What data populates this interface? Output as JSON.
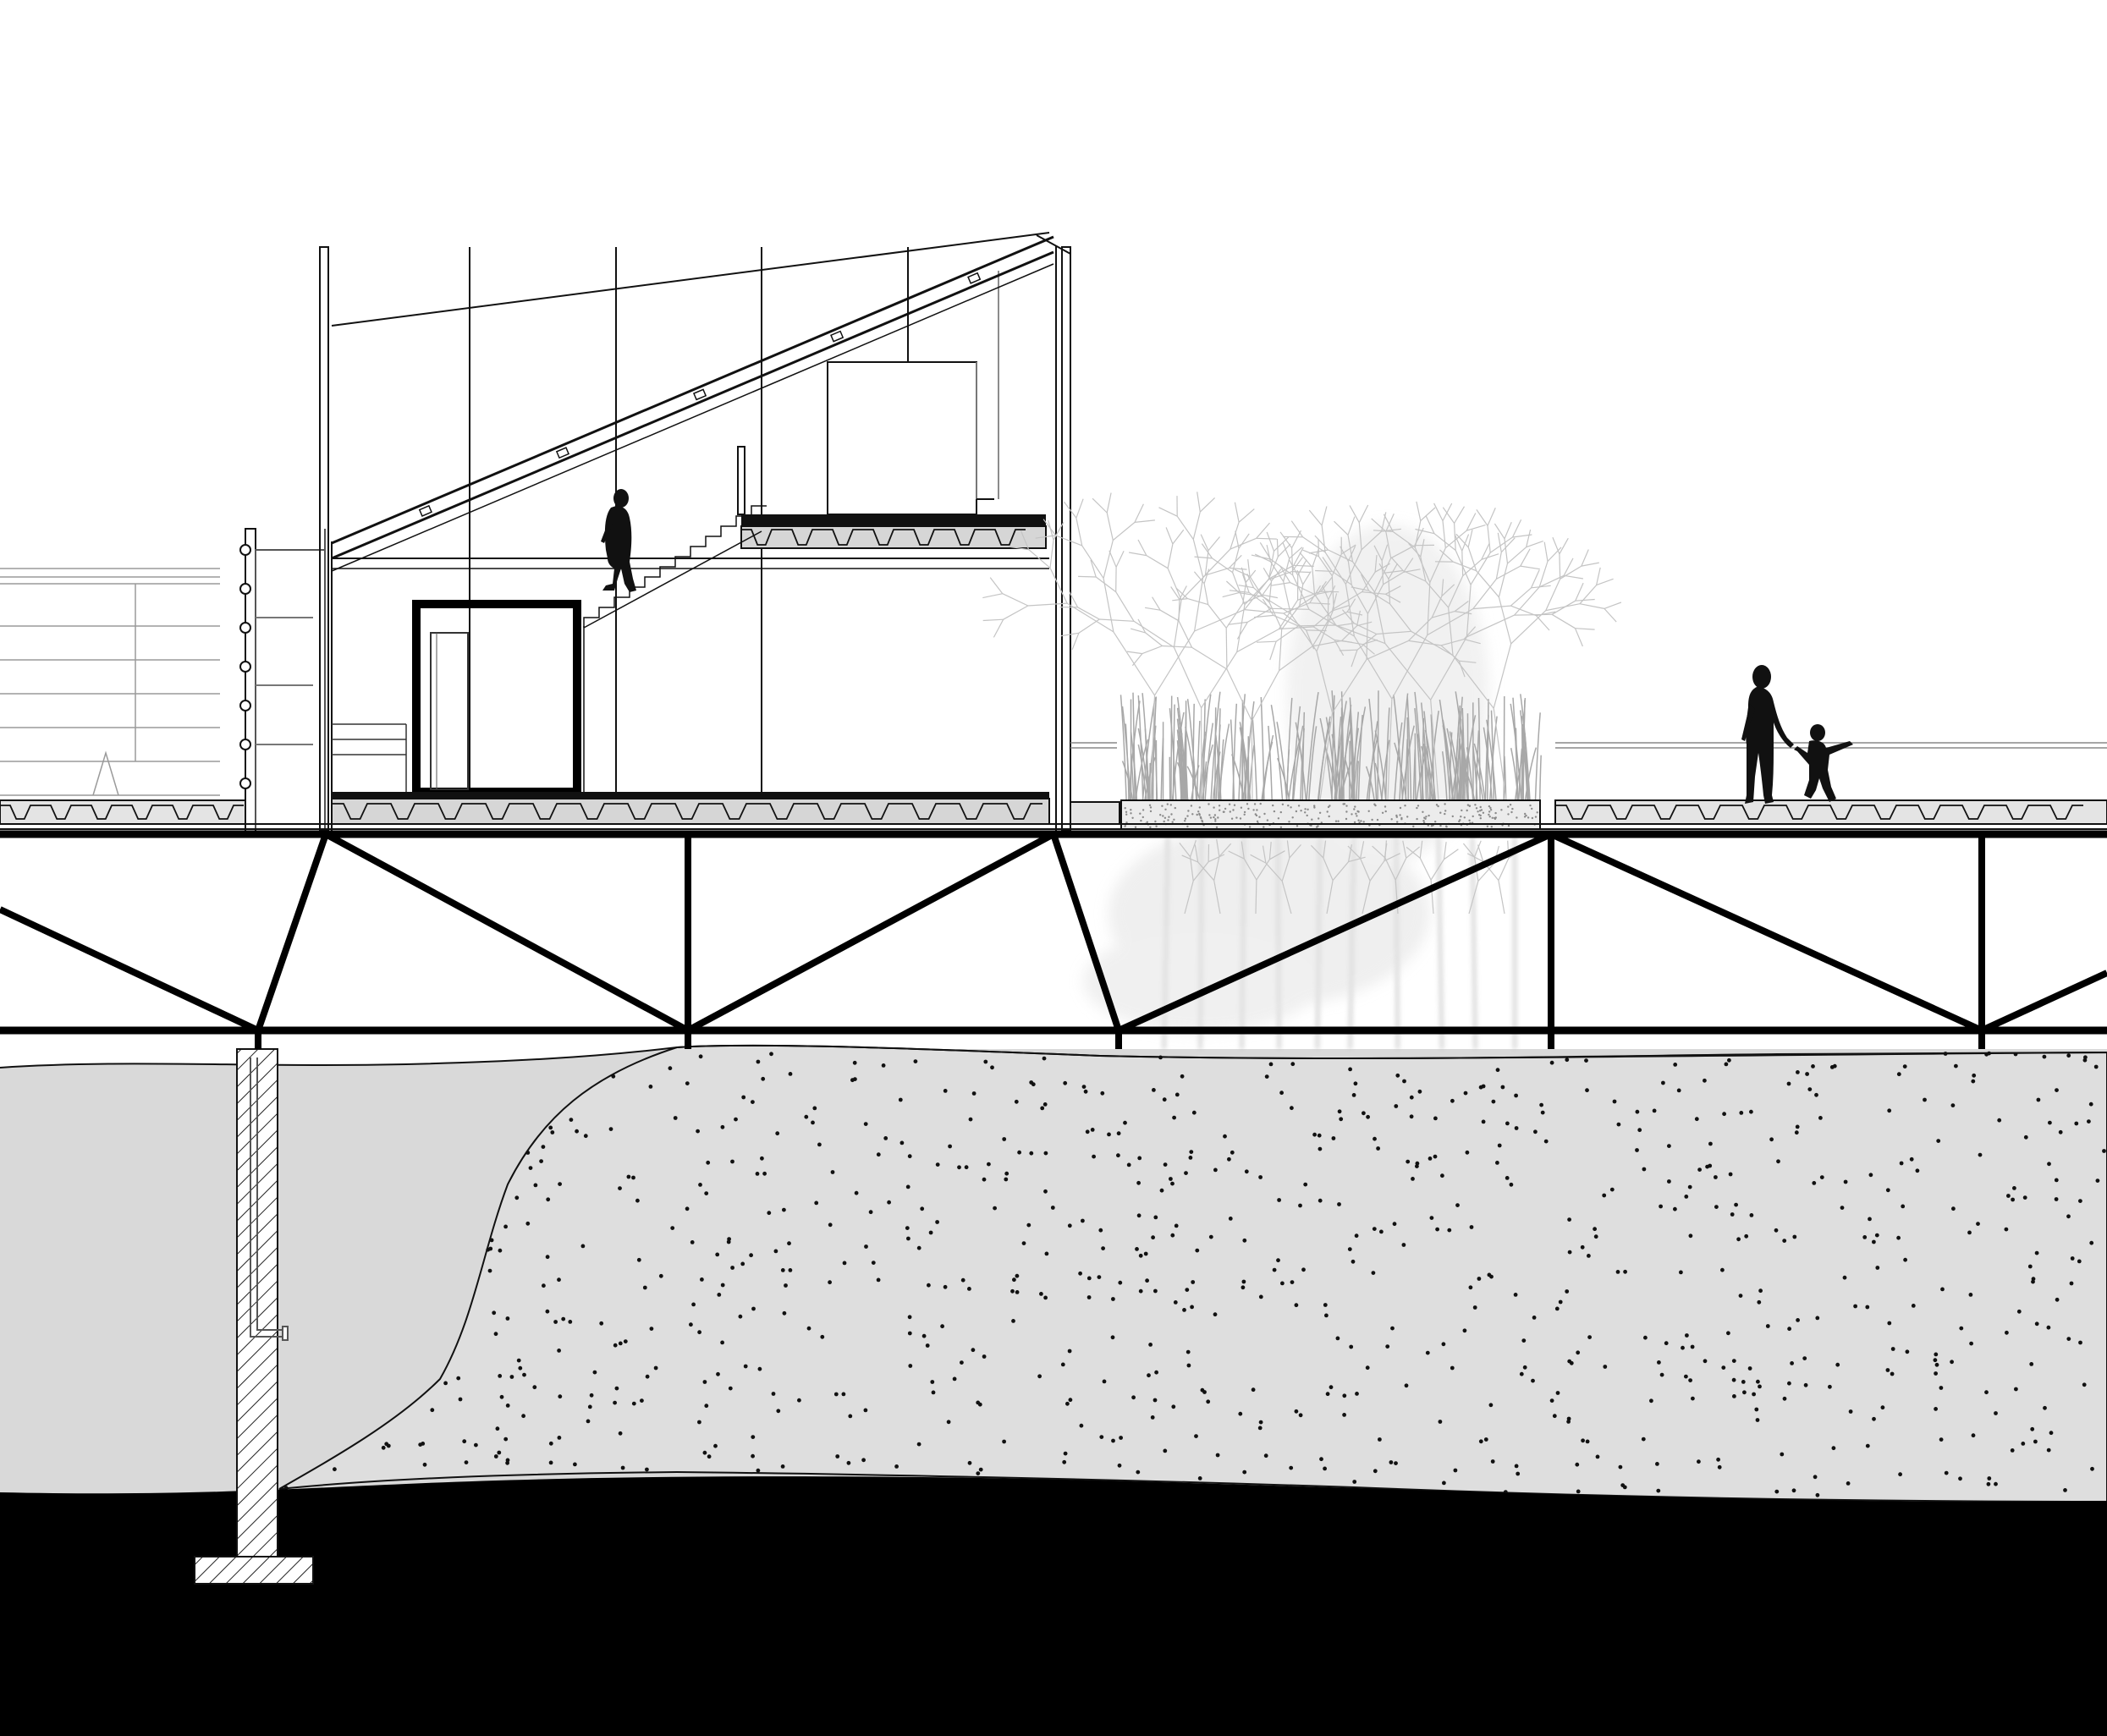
{
  "drawing": {
    "kind": "architectural-section",
    "title": "",
    "colors": {
      "sky": "#ffffff",
      "line": "#111111",
      "soil_light": "#d9d9d9",
      "soil_medium": "#dedede",
      "bedrock": "#000000",
      "vegetation": "#b4b4b4",
      "silhouette": "#111111"
    },
    "elements": [
      "greenhouse-frame",
      "sloped-glazed-roof",
      "interior-stair",
      "mezzanine-deck",
      "door-frame",
      "truss-bridge",
      "deck-slab",
      "planted-bed",
      "trees",
      "pedestrian-silhouettes",
      "pile-foundation",
      "ground-strata"
    ]
  }
}
